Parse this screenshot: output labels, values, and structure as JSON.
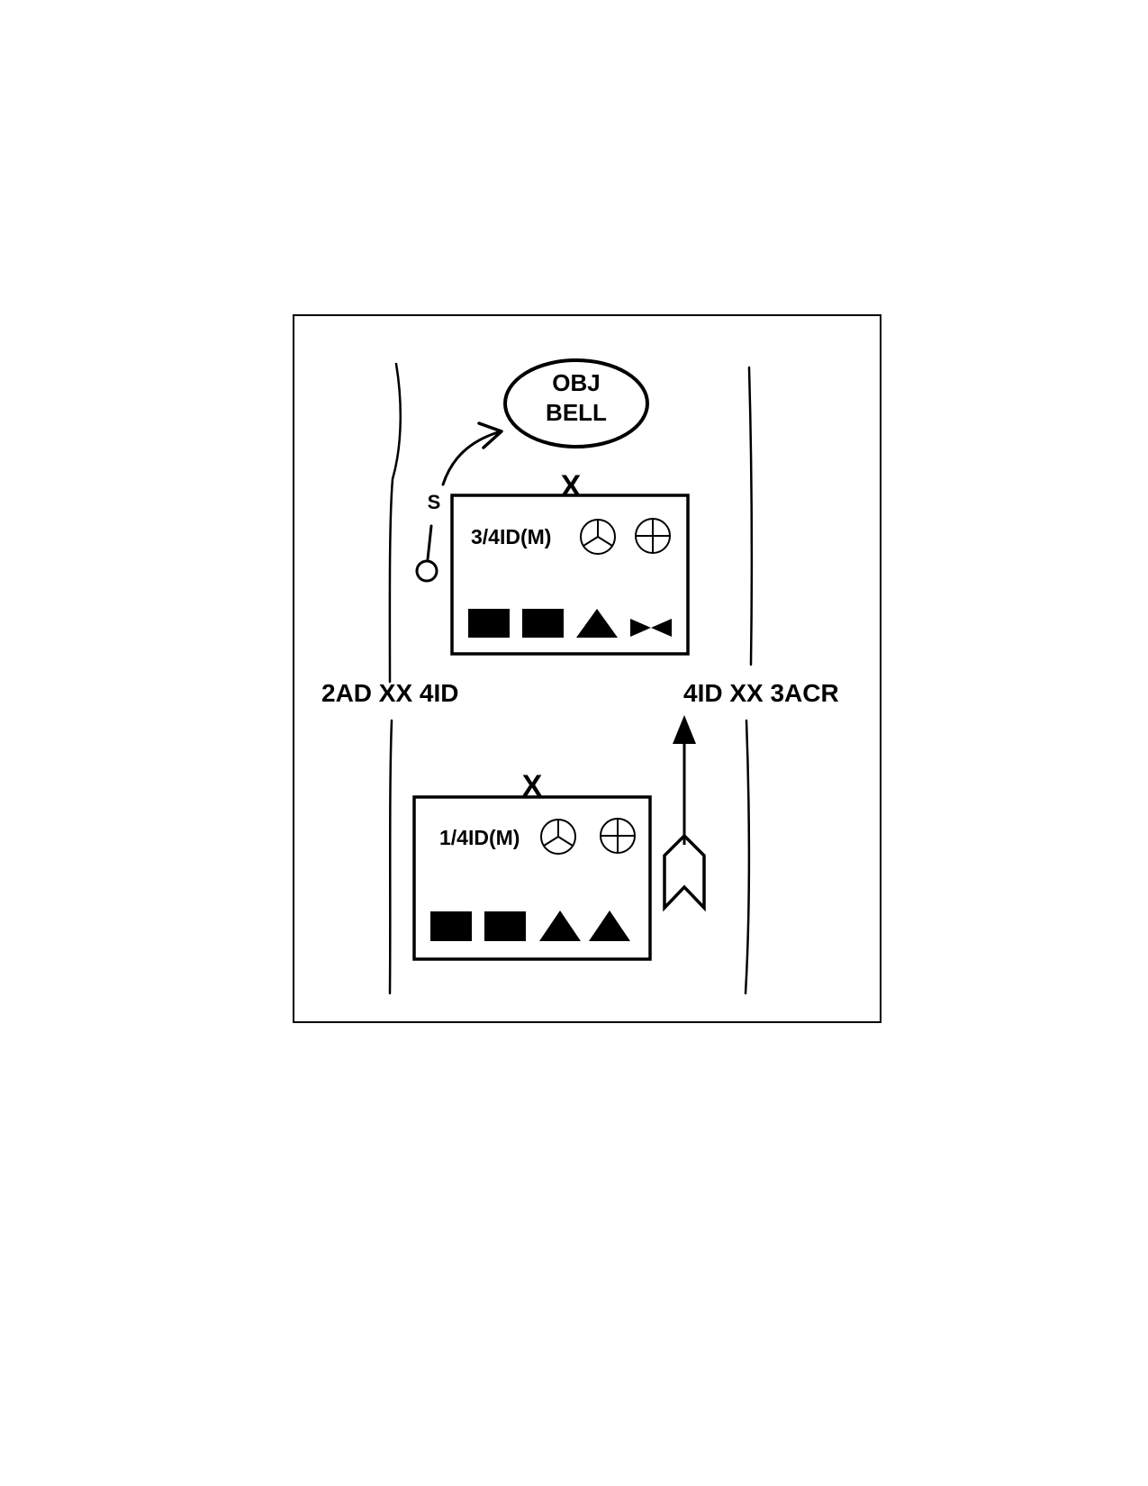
{
  "objective": {
    "line1": "OBJ",
    "line2": "BELL"
  },
  "boundaries": {
    "left": "2AD XX 4ID",
    "right": "4ID XX 3ACR"
  },
  "units": [
    {
      "label": "3/4ID(M)",
      "echelon": "X"
    },
    {
      "label": "1/4ID(M)",
      "echelon": "X"
    }
  ],
  "screen_marker": "S",
  "colors": {
    "ink": "#000000",
    "paper": "#ffffff"
  }
}
